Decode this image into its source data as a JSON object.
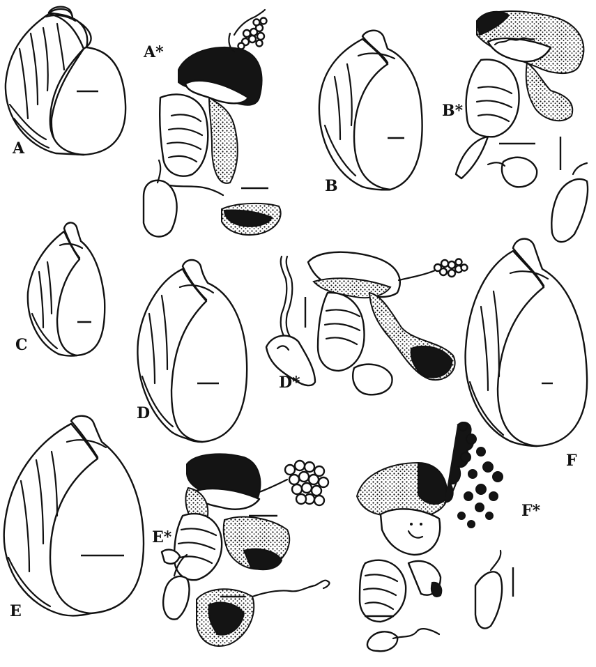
{
  "figure": {
    "panels": [
      {
        "id": "A",
        "label": "A",
        "kind": "shell"
      },
      {
        "id": "A*",
        "label": "A*",
        "kind": "anatomy"
      },
      {
        "id": "B",
        "label": "B",
        "kind": "shell"
      },
      {
        "id": "B*",
        "label": "B*",
        "kind": "anatomy"
      },
      {
        "id": "C",
        "label": "C",
        "kind": "shell"
      },
      {
        "id": "D",
        "label": "D",
        "kind": "shell"
      },
      {
        "id": "D*",
        "label": "D*",
        "kind": "anatomy"
      },
      {
        "id": "F",
        "label": "F",
        "kind": "shell"
      },
      {
        "id": "E",
        "label": "E",
        "kind": "shell"
      },
      {
        "id": "E*",
        "label": "E*",
        "kind": "anatomy"
      },
      {
        "id": "F*",
        "label": "F*",
        "kind": "anatomy"
      }
    ]
  }
}
